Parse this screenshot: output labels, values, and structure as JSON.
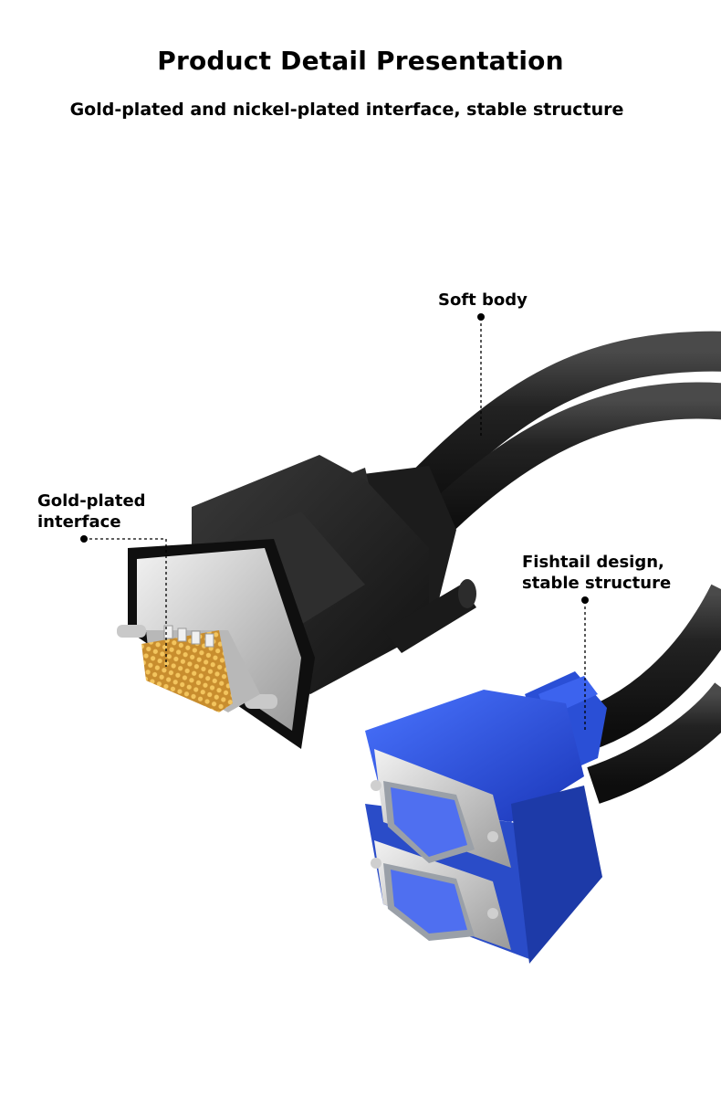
{
  "header": {
    "title": "Product Detail Presentation",
    "subtitle": "Gold-plated and nickel-plated interface, stable structure"
  },
  "callouts": {
    "soft_body": "Soft body",
    "gold_line1": "Gold-plated",
    "gold_line2": "interface",
    "fish_line1": "Fishtail design,",
    "fish_line2": "stable structure"
  },
  "colors": {
    "cable": "#1e1e1e",
    "vga_blue": "#2a4fd6",
    "gold_pins": "#d9a441",
    "metal": "#d8d8d8"
  }
}
